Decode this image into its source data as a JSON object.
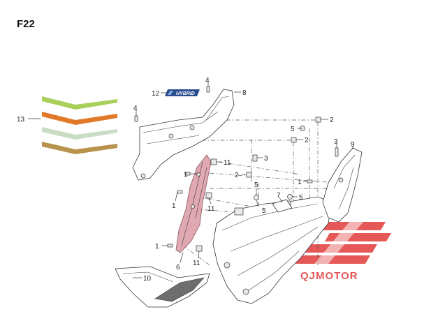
{
  "page": {
    "title": "F22"
  },
  "decal": {
    "text": "HYBRID"
  },
  "watermark": {
    "text": "QJMOTOR",
    "color": "#e23a3a"
  },
  "callouts": [
    "12",
    "8",
    "4",
    "4",
    "13",
    "2",
    "5",
    "2",
    "3",
    "9",
    "1",
    "11",
    "2",
    "3",
    "1",
    "5",
    "7",
    "5",
    "1",
    "11",
    "5",
    "1",
    "6",
    "11",
    "10"
  ],
  "stripe_colors": {
    "green": "#a7cf5a",
    "orange": "#e07a2a",
    "light": "#c9dcc4",
    "olive": "#b8934e"
  },
  "highlight_color": "#e0a8b0"
}
